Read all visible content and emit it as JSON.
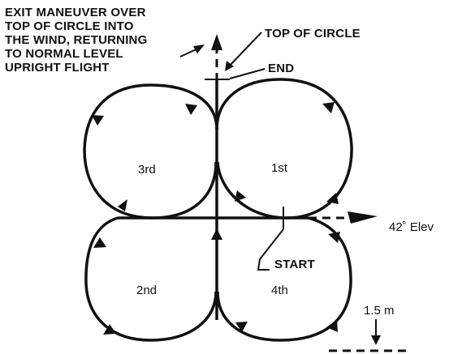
{
  "exit_note": {
    "lines": [
      "EXIT MANEUVER OVER",
      "TOP OF CIRCLE INTO",
      "THE WIND, RETURNING",
      "TO NORMAL LEVEL",
      "UPRIGHT FLIGHT"
    ]
  },
  "labels": {
    "top_of_circle": "TOP OF CIRCLE",
    "end": "END",
    "start": "START",
    "elevation": "42˚ Elev",
    "scale": "1.5 m"
  },
  "loops": {
    "first": "1st",
    "second": "2nd",
    "third": "3rd",
    "fourth": "4th"
  }
}
